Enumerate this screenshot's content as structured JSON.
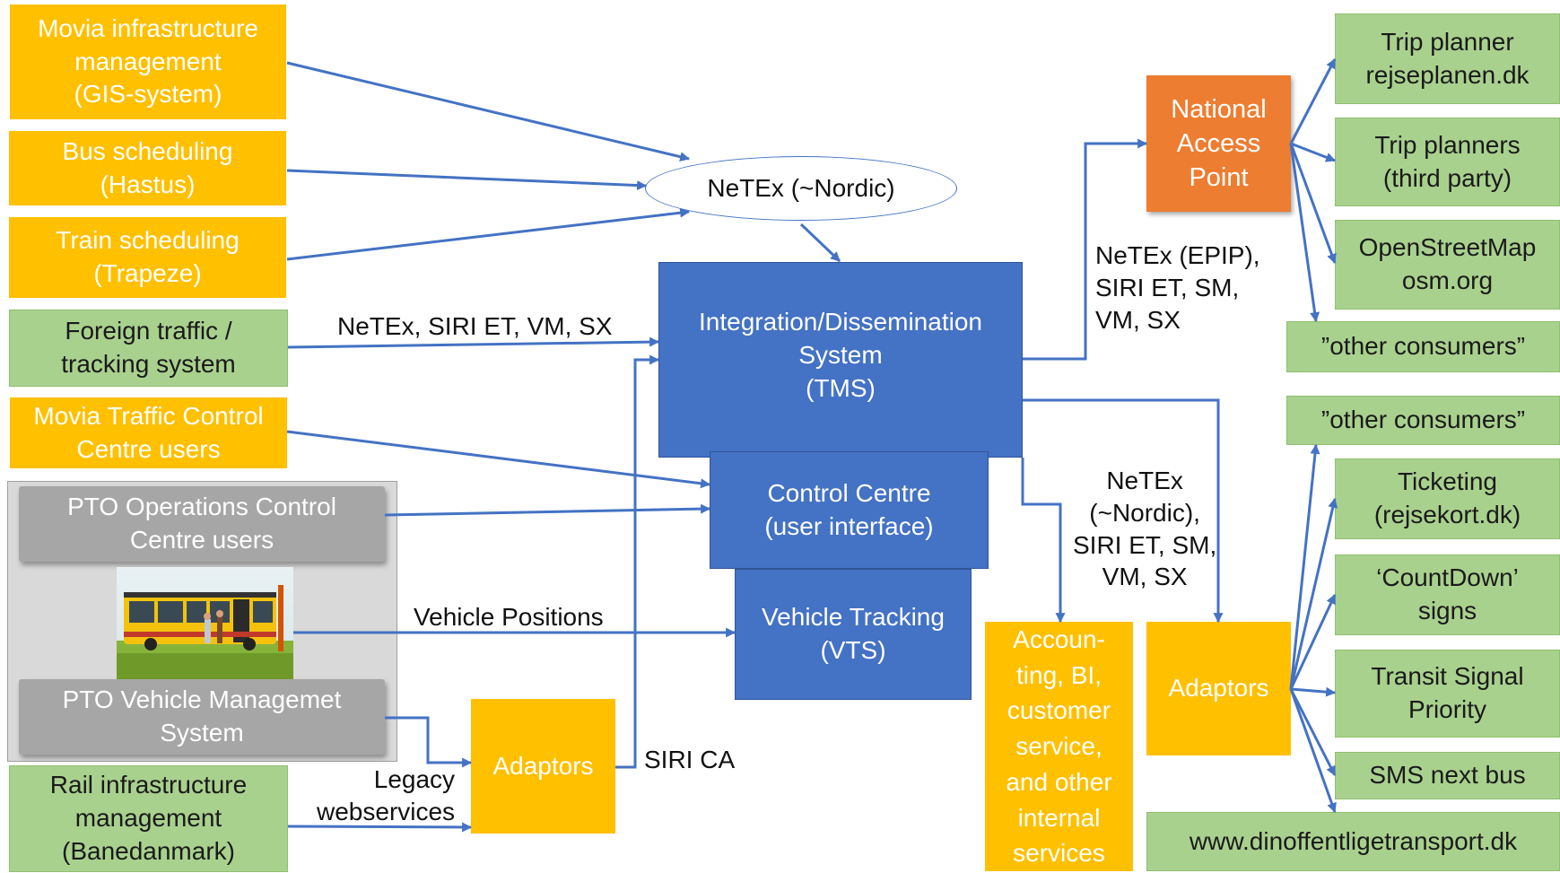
{
  "sources": {
    "movia_infra": [
      "Movia infrastructure",
      "management",
      "(GIS-system)"
    ],
    "bus_scheduling": [
      "Bus scheduling",
      "(Hastus)"
    ],
    "train_scheduling": [
      "Train scheduling",
      "(Trapeze)"
    ],
    "foreign_traffic": [
      "Foreign traffic /",
      "tracking system"
    ],
    "movia_tcc_users": [
      "Movia Traffic Control",
      "Centre users"
    ],
    "pto_ops_control": [
      "PTO Operations Control",
      "Centre users"
    ],
    "pto_vehicle_mgmt": [
      "PTO Vehicle Managemet",
      "System"
    ],
    "rail_infra": [
      "Rail infrastructure",
      "management",
      "(Banedanmark)"
    ]
  },
  "netex_nordic": "NeTEx (~Nordic)",
  "core": {
    "tms": [
      "Integration/Dissemination",
      "System",
      "(TMS)"
    ],
    "control_centre": [
      "Control Centre",
      "(user interface)"
    ],
    "vts": [
      "Vehicle Tracking",
      "(VTS)"
    ],
    "adaptors_left": "Adaptors"
  },
  "labels": {
    "netex_siri_et_vm_sx": "NeTEx, SIRI ET, VM, SX",
    "vehicle_positions": "Vehicle Positions",
    "siri_ca": "SIRI CA",
    "legacy": [
      "Legacy",
      "webservices"
    ],
    "nap_formats": [
      "NeTEx (EPIP),",
      "SIRI ET, SM,",
      "VM, SX"
    ],
    "adaptor_formats": [
      "NeTEx",
      "(~Nordic),",
      "SIRI ET, SM,",
      "VM, SX"
    ]
  },
  "nap": [
    "National",
    "Access",
    "Point"
  ],
  "accounting": [
    "Accoun-",
    "ting, BI,",
    "customer",
    "service,",
    "and other",
    "internal",
    "services"
  ],
  "adaptors_right": "Adaptors",
  "nap_consumers": {
    "trip_planner": [
      "Trip planner",
      "rejseplanen.dk"
    ],
    "trip_planners_third": [
      "Trip planners",
      "(third party)"
    ],
    "osm": [
      "OpenStreetMap",
      "osm.org"
    ],
    "other1": "”other consumers”"
  },
  "adaptor_consumers": {
    "other2": "”other consumers”",
    "ticketing": [
      "Ticketing",
      "(rejsekort.dk)"
    ],
    "countdown": [
      "‘CountDown’",
      "signs"
    ],
    "tsp": [
      "Transit Signal",
      "Priority"
    ],
    "sms": "SMS next bus",
    "dinoffentlige": "www.dinoffentligetransport.dk"
  },
  "colors": {
    "orange": "#FFC000",
    "green": "#A9D18E",
    "blue": "#4472C4",
    "nap_orange": "#ED7D31",
    "grey": "#A6A6A6",
    "arrow": "#4472C4"
  },
  "icons": {
    "bus_photo": "bus-photo"
  }
}
